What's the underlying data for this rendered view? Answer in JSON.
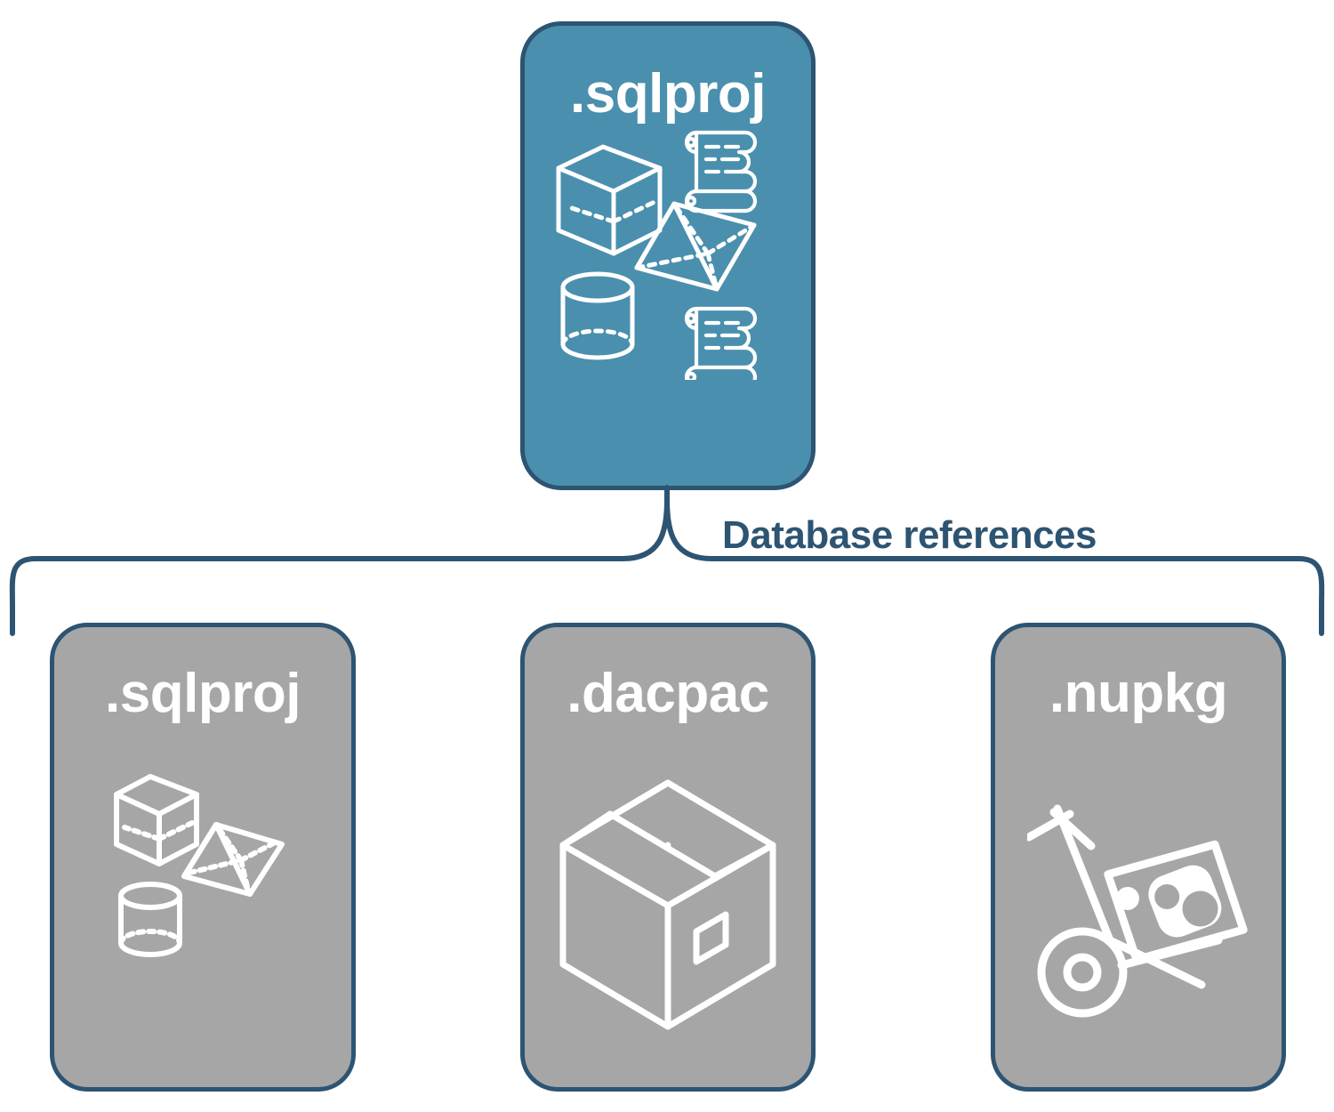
{
  "diagram": {
    "title": "Database references diagram",
    "colors": {
      "primary_fill": "#4a8fae",
      "secondary_fill": "#a6a6a6",
      "stroke": "#2d5472",
      "label_text": "#2d5472",
      "card_text": "#ffffff",
      "background": "#ffffff"
    },
    "connector": {
      "label": "Database references",
      "style": "curly-brace",
      "direction": "one-to-many"
    },
    "source_node": {
      "label": ".sqlproj",
      "fill": "#4a8fae",
      "icons": [
        "wireframe-cube-icon",
        "wireframe-pyramid-icon",
        "wireframe-cylinder-icon",
        "script-scroll-icon",
        "script-scroll-icon"
      ]
    },
    "target_nodes": [
      {
        "label": ".sqlproj",
        "fill": "#a6a6a6",
        "icons": [
          "wireframe-cube-icon",
          "wireframe-pyramid-icon",
          "wireframe-cylinder-icon"
        ]
      },
      {
        "label": ".dacpac",
        "fill": "#a6a6a6",
        "icons": [
          "shipping-box-icon"
        ]
      },
      {
        "label": ".nupkg",
        "fill": "#a6a6a6",
        "icons": [
          "hand-truck-icon",
          "nuget-package-icon"
        ]
      }
    ]
  }
}
